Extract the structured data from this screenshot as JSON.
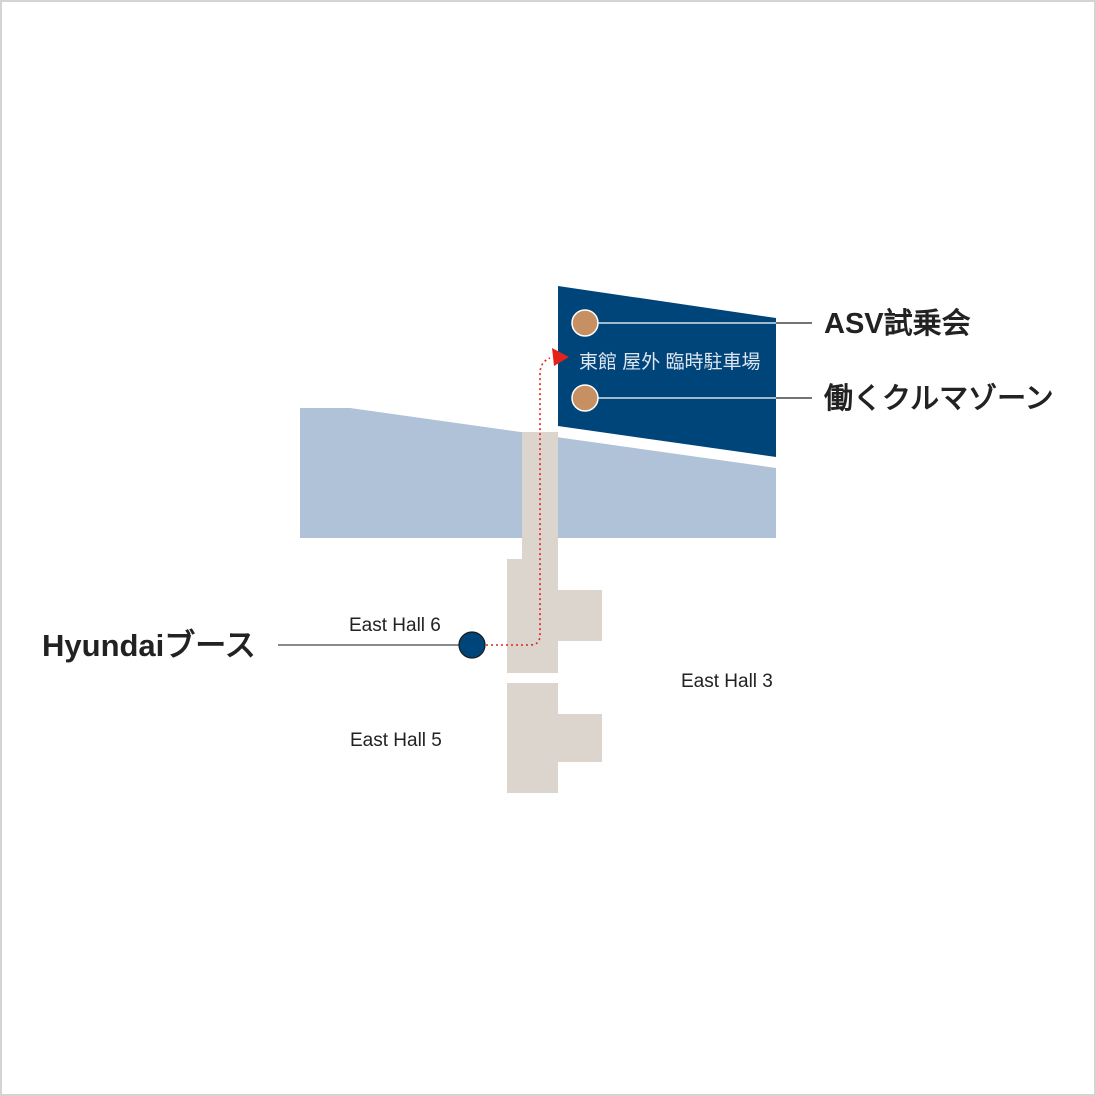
{
  "map": {
    "parking_label": "東館 屋外 臨時駐車場",
    "halls": {
      "hall6": "East Hall 6",
      "hall5": "East Hall 5",
      "hall3": "East Hall 3"
    },
    "callouts": {
      "asv": "ASV試乗会",
      "work_vehicle": "働くクルマゾーン",
      "booth": "Hyundaiブース"
    },
    "colors": {
      "parking": "#00457a",
      "building": "#afc2d8",
      "corridor": "#dbd5ce",
      "poi": "#c69062",
      "route": "#e3231b"
    }
  }
}
